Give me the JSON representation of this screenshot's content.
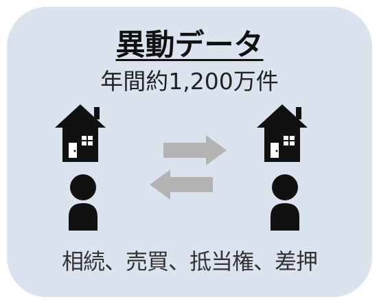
{
  "title": "異動データ",
  "subtitle": "年間約1,200万件",
  "caption": "相続、売買、抵当権、差押",
  "colors": {
    "card": "#dbe4ee",
    "icon": "#111111",
    "arrow": "#b3b3b3"
  },
  "icons": {
    "left_house": "house-icon",
    "right_house": "house-icon",
    "left_person": "person-icon",
    "right_person": "person-icon",
    "arrow_right": "arrow-right-icon",
    "arrow_left": "arrow-left-icon"
  }
}
